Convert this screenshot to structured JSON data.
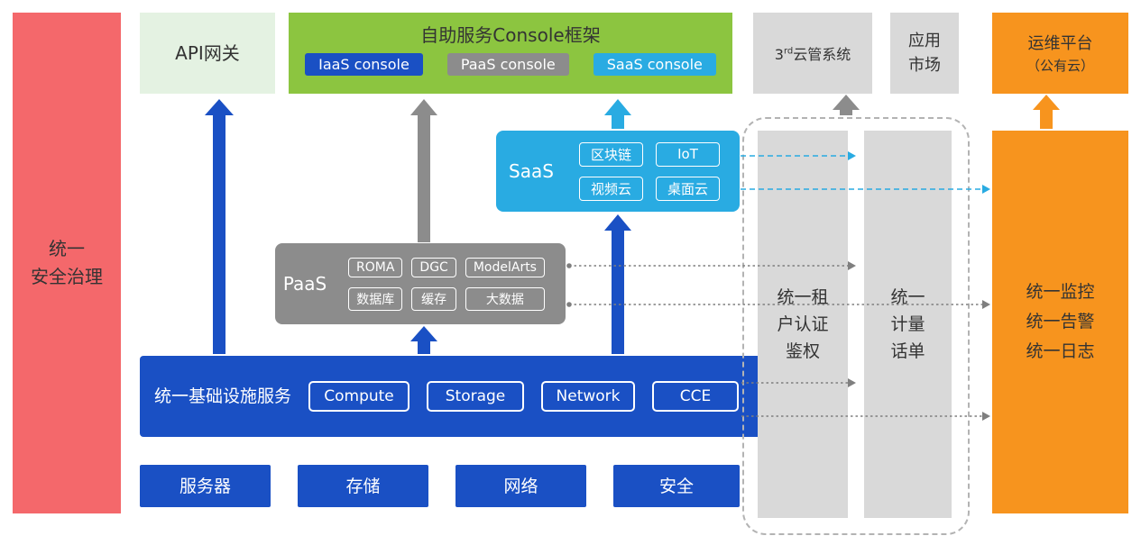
{
  "palette": {
    "red": "#F4686B",
    "light_green": "#E4F2E2",
    "green": "#8CC540",
    "deep_blue": "#1A50C4",
    "gray": "#8C8C8C",
    "light_gray": "#D9D9D9",
    "cyan": "#29ABE2",
    "orange": "#F7941E",
    "text_dark": "#333333",
    "line_gray": "#7F7F7F"
  },
  "security_bar": {
    "lines": [
      "统一",
      "安全治理"
    ]
  },
  "api_gateway": {
    "label": "API网关"
  },
  "console_frame": {
    "title": "自助服务Console框架",
    "buttons": [
      "IaaS console",
      "PaaS console",
      "SaaS console"
    ]
  },
  "third_cloud": {
    "prefix": "3",
    "sup": "rd",
    "suffix": "云管系统"
  },
  "app_market": {
    "lines": [
      "应用",
      "市场"
    ]
  },
  "om_platform": {
    "lines": [
      "运维平台",
      "（公有云）"
    ]
  },
  "saas": {
    "label": "SaaS",
    "items": [
      "区块链",
      "IoT",
      "视频云",
      "桌面云"
    ]
  },
  "paas": {
    "label": "PaaS",
    "items": [
      "ROMA",
      "DGC",
      "ModelArts",
      "数据库",
      "缓存",
      "大数据"
    ]
  },
  "infra": {
    "label": "统一基础设施服务",
    "items": [
      "Compute",
      "Storage",
      "Network",
      "CCE"
    ]
  },
  "hardware": [
    "服务器",
    "存储",
    "网络",
    "安全"
  ],
  "auth_bar": {
    "lines": [
      "统一租",
      "户认证",
      "鉴权"
    ]
  },
  "metering_bar": {
    "lines": [
      "统一",
      "计量",
      "话单"
    ]
  },
  "monitor_bar": {
    "lines": [
      "统一监控",
      "统一告警",
      "统一日志"
    ]
  }
}
